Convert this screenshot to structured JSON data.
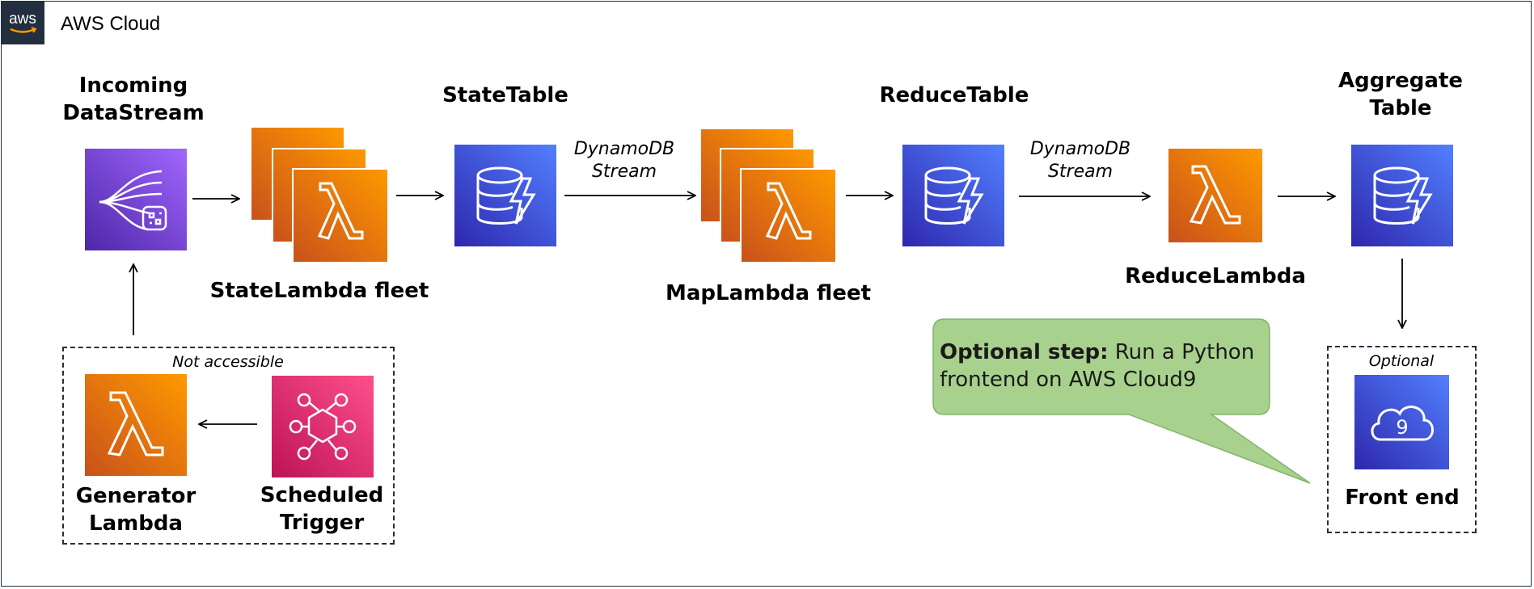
{
  "cloud": {
    "title": "AWS Cloud",
    "logo_text": "aws",
    "logo_icon": "aws-logo-icon"
  },
  "nodes": {
    "incoming": {
      "label_line1": "Incoming",
      "label_line2": "DataStream",
      "icon": "kinesis-data-streams-icon",
      "color": "#8c4fff"
    },
    "state_lambda": {
      "label": "StateLambda fleet",
      "icon": "lambda-icon",
      "color": "#ed7100"
    },
    "state_table": {
      "label": "StateTable",
      "icon": "dynamodb-icon",
      "color": "#4053d6"
    },
    "map_lambda": {
      "label": "MapLambda fleet",
      "icon": "lambda-icon",
      "color": "#ed7100"
    },
    "reduce_table": {
      "label": "ReduceTable",
      "icon": "dynamodb-icon",
      "color": "#4053d6"
    },
    "reduce_lambda": {
      "label": "ReduceLambda",
      "icon": "lambda-icon",
      "color": "#ed7100"
    },
    "aggregate_table": {
      "label_line1": "Aggregate",
      "label_line2": "Table",
      "icon": "dynamodb-icon",
      "color": "#4053d6"
    },
    "generator_lambda": {
      "label_line1": "Generator",
      "label_line2": "Lambda",
      "icon": "lambda-icon",
      "color": "#ed7100"
    },
    "scheduled_trigger": {
      "label_line1": "Scheduled",
      "label_line2": "Trigger",
      "icon": "eventbridge-icon",
      "color": "#e7157b"
    },
    "front_end": {
      "label": "Front end",
      "icon": "cloud9-icon",
      "color": "#4053d6"
    }
  },
  "edges": {
    "stream1_line1": "DynamoDB",
    "stream1_line2": "Stream",
    "stream2_line1": "DynamoDB",
    "stream2_line2": "Stream"
  },
  "groups": {
    "not_accessible": "Not accessible",
    "optional": "Optional"
  },
  "note": {
    "bold": "Optional step:",
    "text": " Run a Python frontend on AWS Cloud9",
    "color": "#a9d18e"
  }
}
